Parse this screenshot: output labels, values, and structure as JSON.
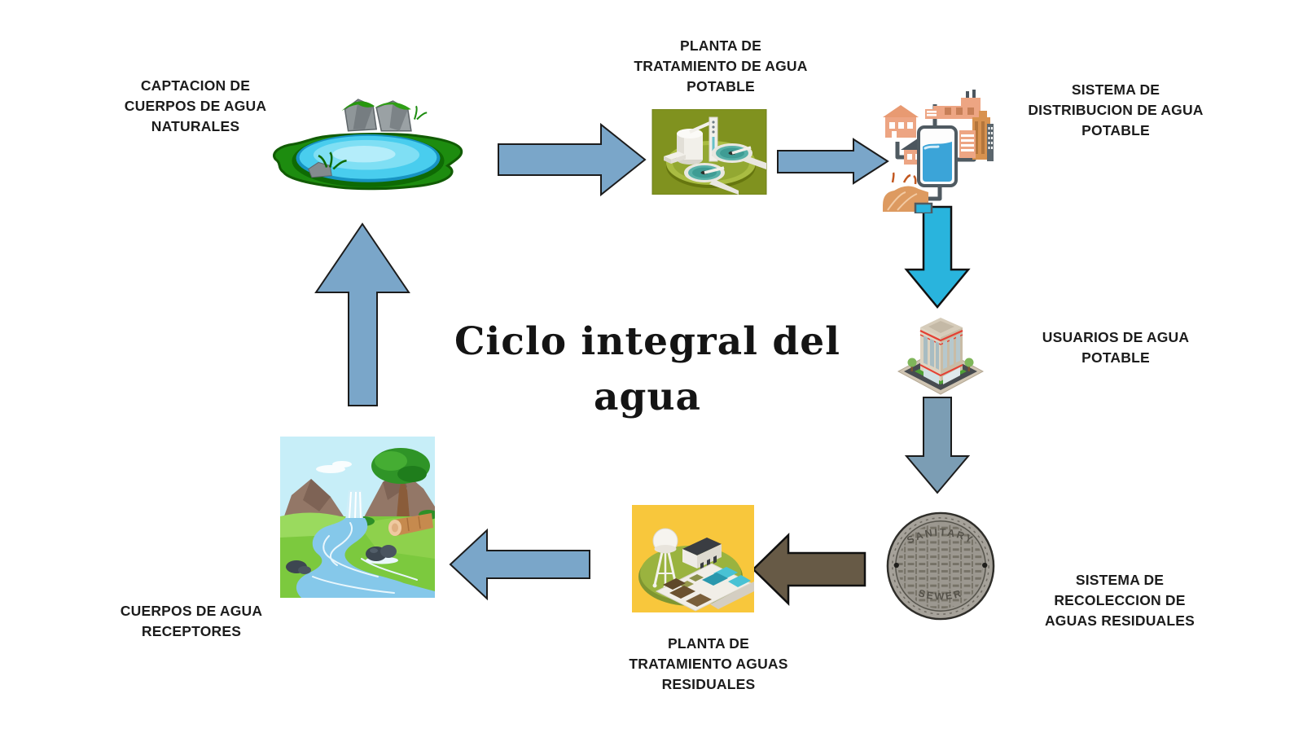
{
  "title": {
    "line1": "Ciclo integral del",
    "line2": "agua"
  },
  "nodes": {
    "captacion": {
      "lines": [
        "CAPTACION DE",
        "CUERPOS DE AGUA",
        "NATURALES"
      ]
    },
    "planta_potable": {
      "lines": [
        "PLANTA DE",
        "TRATAMIENTO DE AGUA",
        "POTABLE"
      ]
    },
    "distribucion": {
      "lines": [
        "SISTEMA DE",
        "DISTRIBUCION DE AGUA",
        "POTABLE"
      ]
    },
    "usuarios": {
      "lines": [
        "USUARIOS DE AGUA",
        "POTABLE"
      ]
    },
    "recoleccion": {
      "lines": [
        "SISTEMA DE",
        "RECOLECCION DE",
        "AGUAS RESIDUALES"
      ]
    },
    "planta_residuales": {
      "lines": [
        "PLANTA DE",
        "TRATAMIENTO AGUAS",
        "RESIDUALES"
      ]
    },
    "receptores": {
      "lines": [
        "CUERPOS DE AGUA",
        "RECEPTORES"
      ]
    }
  },
  "manhole": {
    "top_text": "SANITARY",
    "bottom_text": "SEWER"
  },
  "colors": {
    "arrow_blue": "#7aa6c9",
    "arrow_cyan": "#29b4dd",
    "arrow_slate": "#7b9db4",
    "arrow_brown": "#675a46",
    "outline": "#1c1c1c"
  }
}
